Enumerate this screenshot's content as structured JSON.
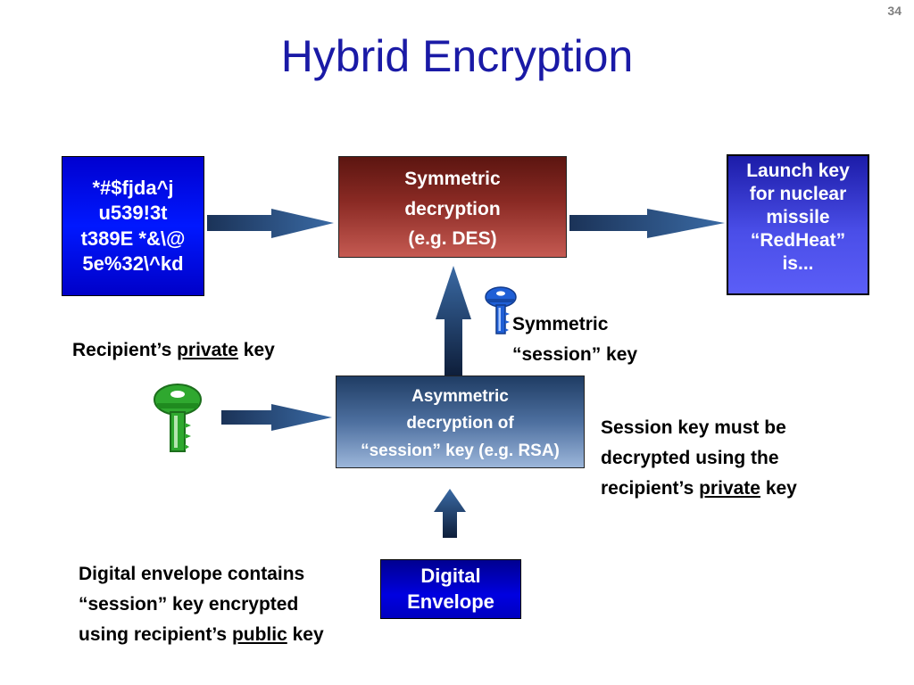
{
  "slide": {
    "page_number": "34",
    "title": "Hybrid Encryption"
  },
  "ciphertext_box": {
    "lines": [
      "*#$fjda^j",
      "u539!3t",
      "t389E *&\\@",
      "5e%32\\^kd"
    ]
  },
  "symmetric_box": {
    "lines": [
      "Symmetric",
      "decryption",
      "(e.g. DES)"
    ]
  },
  "plaintext_box": {
    "lines": [
      "Launch key",
      "for nuclear",
      "missile",
      "“RedHeat”",
      "is..."
    ]
  },
  "asymmetric_box": {
    "lines": [
      "Asymmetric",
      "decryption of",
      "“session” key (e.g. RSA)"
    ]
  },
  "envelope_box": {
    "lines": [
      "Digital",
      "Envelope"
    ]
  },
  "labels": {
    "private_key": {
      "before": "Recipient’s ",
      "underlined": "private",
      "after": " key"
    },
    "session_key": [
      "Symmetric",
      "“session” key"
    ],
    "session_note": {
      "line1": "Session key must be",
      "line2": "decrypted using the",
      "line3_before": "recipient’s ",
      "line3_underlined": "private",
      "line3_after": " key"
    },
    "envelope_note": {
      "line1": "Digital envelope contains",
      "line2": "“session” key encrypted",
      "line3_before": "using recipient’s ",
      "line3_underlined": "public",
      "line3_after": " key"
    }
  },
  "icons": {
    "green_key": "key-icon",
    "blue_key": "key-icon",
    "green_key_color": "#2fa82f",
    "blue_key_color": "#1f5fd6"
  }
}
